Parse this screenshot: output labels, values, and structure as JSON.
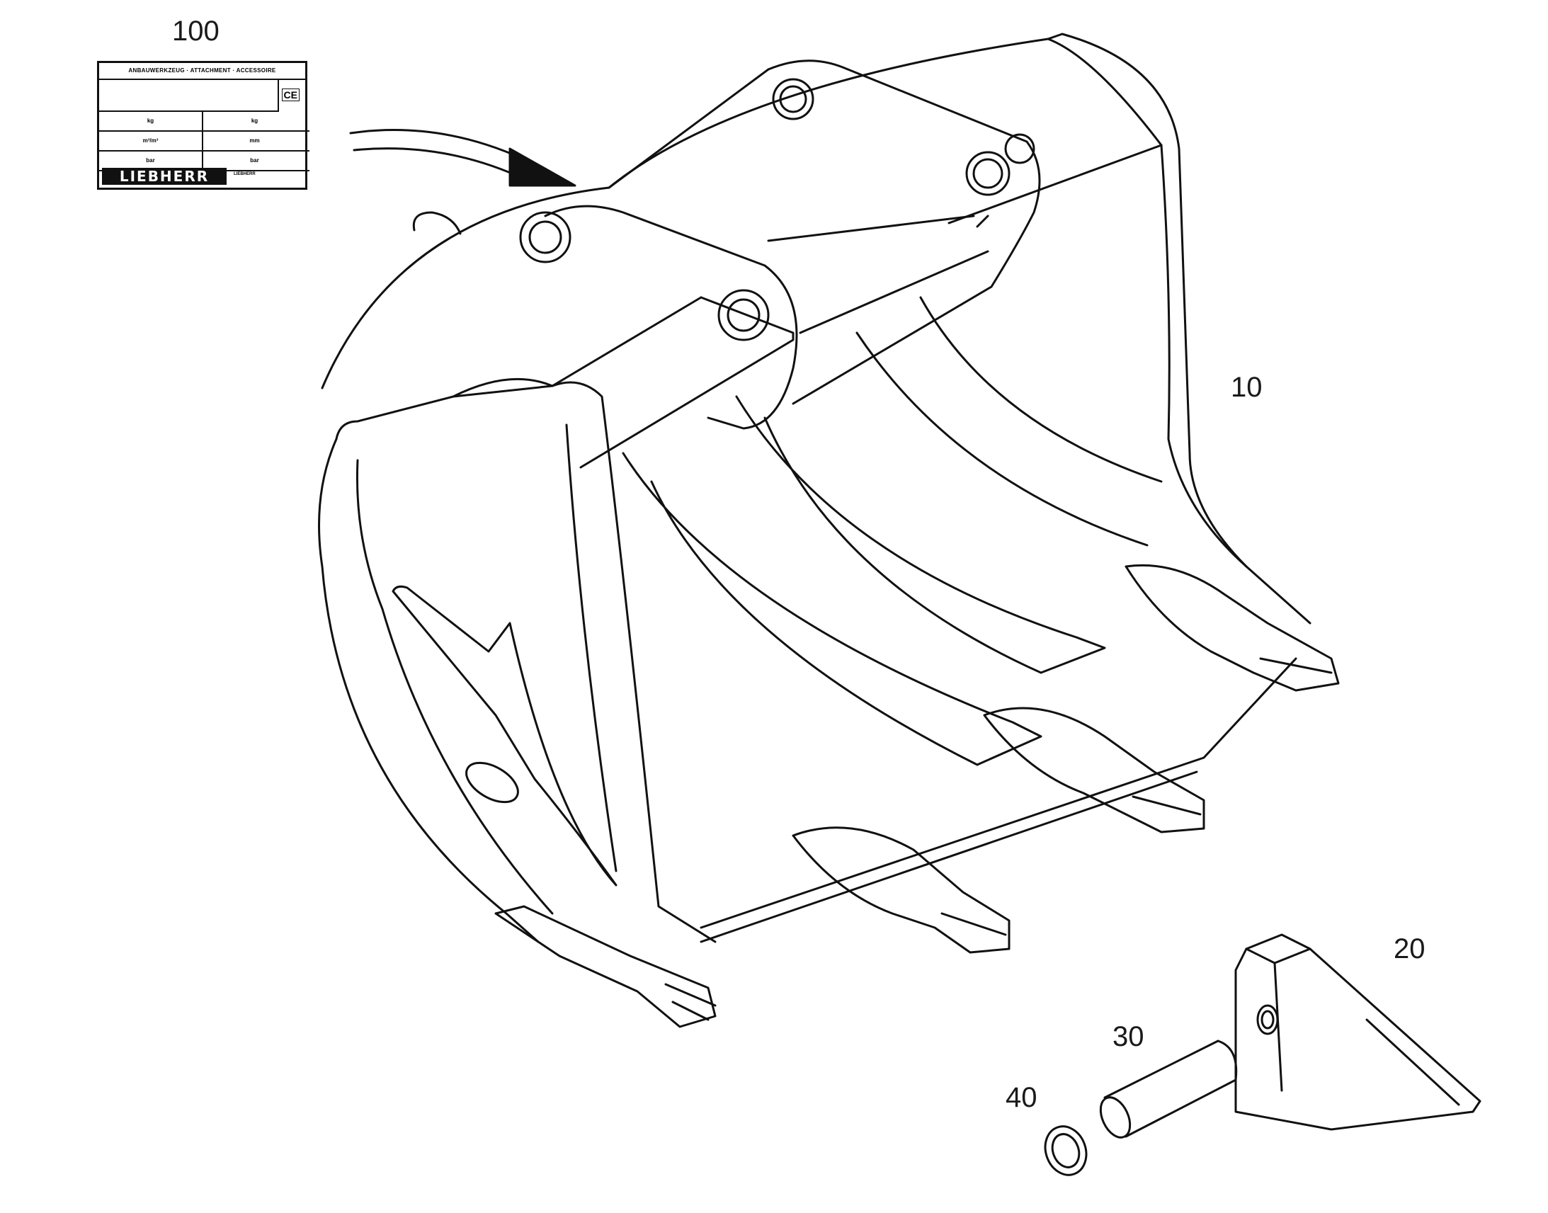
{
  "callouts": {
    "plate": "100",
    "bucket": "10",
    "tooth": "20",
    "pin": "30",
    "washer": "40"
  },
  "plate": {
    "header": "ANBAUWERKZEUG · ATTACHMENT · ACCESSOIRE",
    "ce_mark": "CE",
    "rows": [
      {
        "left": "kg",
        "right": "kg"
      },
      {
        "left": "m³/m³",
        "right": "mm"
      },
      {
        "left": "bar",
        "right": "bar"
      }
    ],
    "brand": "LIEBHERR",
    "small_text": "LIEBHERR"
  },
  "colors": {
    "line": "#111111",
    "background": "#ffffff"
  }
}
